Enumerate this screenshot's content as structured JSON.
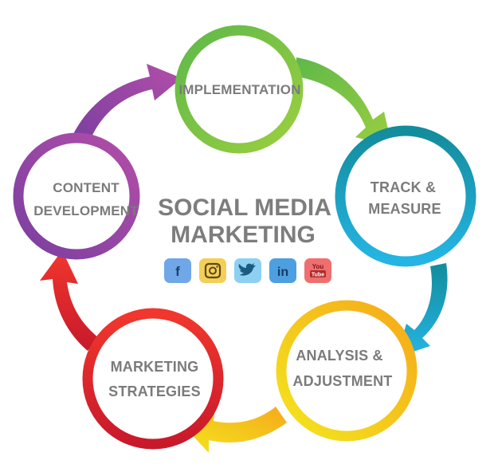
{
  "title": {
    "line1": "SOCIAL MEDIA",
    "line2": "MARKETING"
  },
  "stages": [
    {
      "name": "implementation",
      "lines": [
        "IMPLEMENTATION"
      ],
      "color": "#7dc242"
    },
    {
      "name": "track-measure",
      "lines": [
        "TRACK &",
        "MEASURE"
      ],
      "color": "#1ba2c3"
    },
    {
      "name": "analysis-adjustment",
      "lines": [
        "ANALYSIS &",
        "ADJUSTMENT"
      ],
      "color": "#f5c41b"
    },
    {
      "name": "marketing-strategies",
      "lines": [
        "MARKETING",
        "STRATEGIES"
      ],
      "color": "#e02a2f"
    },
    {
      "name": "content-development",
      "lines": [
        "CONTENT",
        "DEVELOPMENT"
      ],
      "color": "#8b46a6"
    }
  ],
  "social_icons": [
    {
      "name": "facebook-icon",
      "glyph": "f",
      "bg": "#6fa7e8",
      "fg": "#1e3f73"
    },
    {
      "name": "instagram-icon",
      "glyph": "◎",
      "bg": "#f3cf58",
      "fg": "#5b4618"
    },
    {
      "name": "twitter-icon",
      "glyph": "🐦",
      "bg": "#8dd0f2",
      "fg": "#1b5b82"
    },
    {
      "name": "linkedin-icon",
      "glyph": "in",
      "bg": "#4d9fe0",
      "fg": "#163a63"
    },
    {
      "name": "youtube-icon",
      "glyph": "You Tube",
      "bg": "#ef6f6f",
      "fg": "#7a1515"
    }
  ]
}
